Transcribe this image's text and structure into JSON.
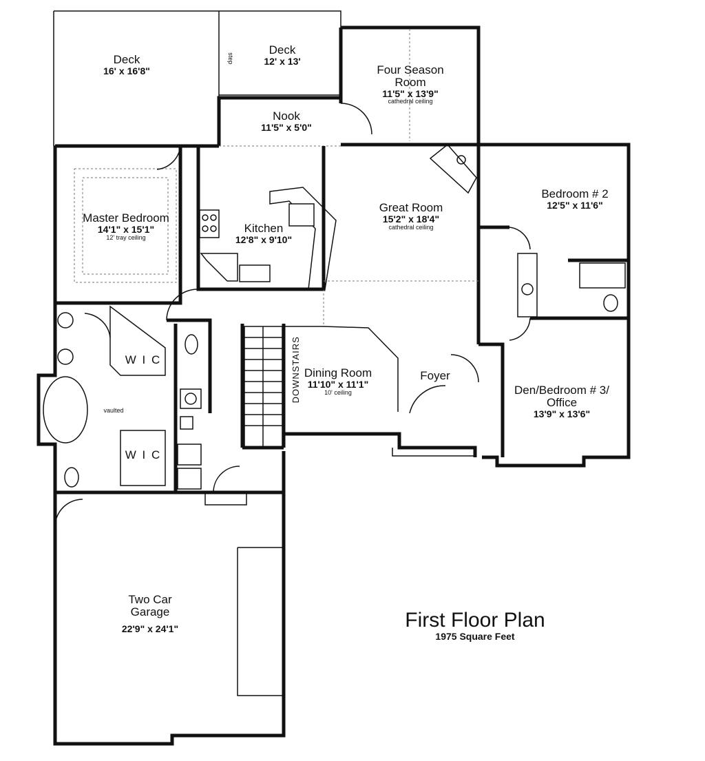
{
  "plan": {
    "title": "First Floor Plan",
    "subtitle": "1975 Square Feet"
  },
  "rooms": {
    "deck_left": {
      "name": "Deck",
      "dims": "16' x 16'8\""
    },
    "deck_center": {
      "name": "Deck",
      "dims": "12' x 13'"
    },
    "step": "step",
    "four_season": {
      "name_1": "Four Season",
      "name_2": "Room",
      "dims": "11'5\" x 13'9\"",
      "note": "cathedral ceiling"
    },
    "nook": {
      "name": "Nook",
      "dims": "11'5\" x 5'0\""
    },
    "master": {
      "name": "Master Bedroom",
      "dims": "14'1\" x 15'1\"",
      "note": "12' tray ceiling"
    },
    "kitchen": {
      "name": "Kitchen",
      "dims": "12'8\" x 9'10\""
    },
    "great_room": {
      "name": "Great Room",
      "dims": "15'2\" x 18'4\"",
      "note": "cathedral ceiling"
    },
    "bedroom2": {
      "name": "Bedroom # 2",
      "dims": "12'5\" x 11'6\""
    },
    "wic_top": "W I C",
    "wic_bottom": "W I C",
    "vaulted": "vaulted",
    "downstairs": "DOWNSTAIRS",
    "dining": {
      "name": "Dining Room",
      "dims": "11'10\" x 11'1\"",
      "note": "10' ceiling"
    },
    "foyer": "Foyer",
    "den": {
      "name_1": "Den/Bedroom # 3/",
      "name_2": "Office",
      "dims": "13'9\" x 13'6\""
    },
    "garage": {
      "name_1": "Two Car",
      "name_2": "Garage",
      "dims": "22'9\" x 24'1\""
    }
  }
}
